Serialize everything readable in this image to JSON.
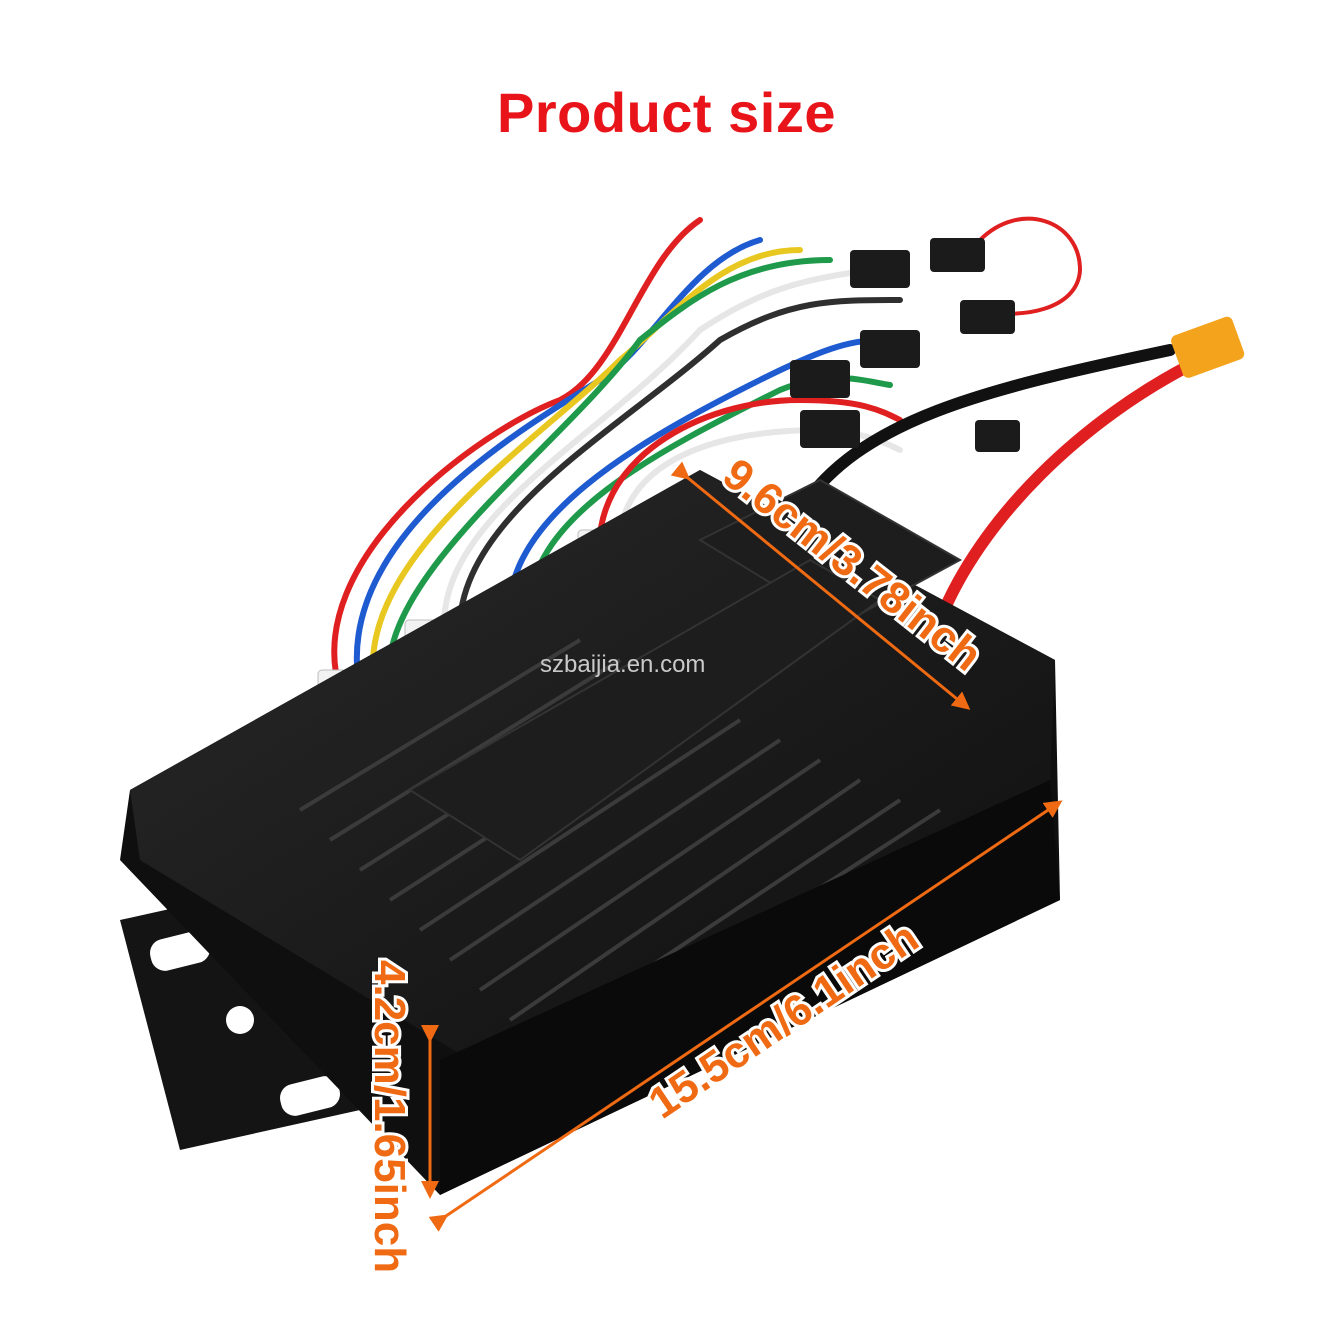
{
  "title": "Product size",
  "watermark": "szbaijia.en.com",
  "dimensions": {
    "width": "9.6cm/3.78inch",
    "length": "15.5cm/6.1inch",
    "height": "4.2cm/1.65inch"
  },
  "colors": {
    "title": "#e8141a",
    "dimension_label": "#ef6a12",
    "arrow": "#ef6a12",
    "housing": "#151515"
  }
}
